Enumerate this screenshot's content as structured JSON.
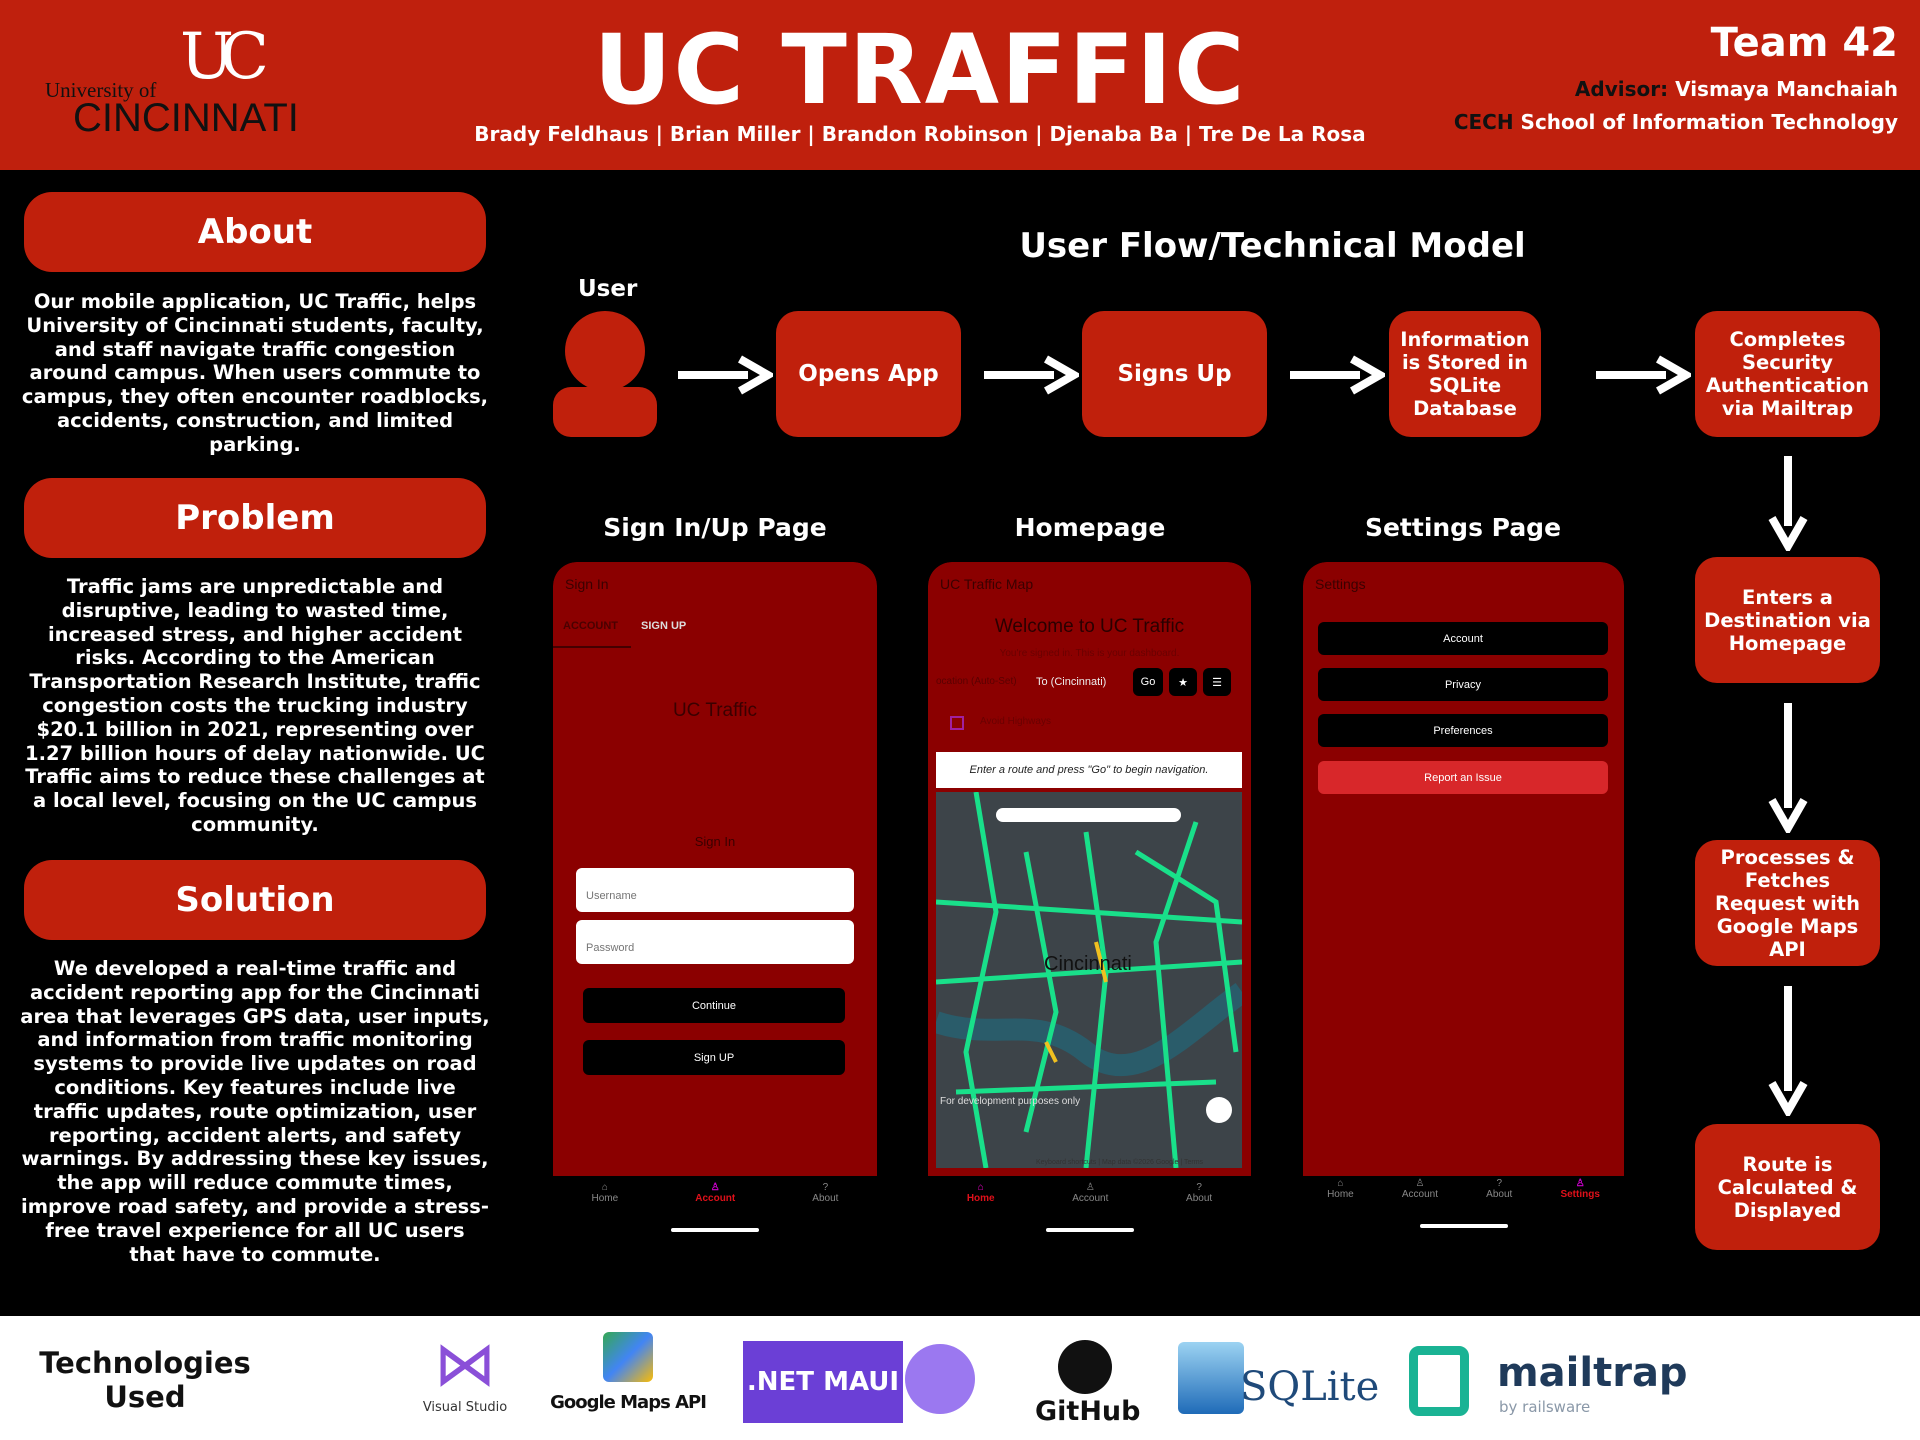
{
  "header": {
    "university_small": "University of",
    "university_big": "CINCINNATI",
    "title": "UC TRAFFIC",
    "authors": "Brady Feldhaus | Brian Miller | Brandon Robinson | Djenaba Ba | Tre De La Rosa",
    "team": "Team 42",
    "advisor_label": "Advisor:",
    "advisor": "Vismaya Manchaiah",
    "college": "CECH",
    "school": "School of Information Technology"
  },
  "sections": {
    "about": {
      "title": "About",
      "text": "Our mobile application, UC Traffic, helps University of Cincinnati students, faculty, and staff navigate traffic congestion around campus. When users commute to campus, they often encounter roadblocks, accidents, construction, and limited parking."
    },
    "problem": {
      "title": "Problem",
      "text": "Traffic jams are unpredictable and disruptive, leading to wasted time, increased stress, and higher accident risks. According to the American Transportation Research Institute, traffic congestion costs the trucking industry $20.1 billion in 2021, representing over 1.27 billion hours of delay nationwide. UC Traffic aims to reduce these challenges at a local level, focusing on the UC campus community."
    },
    "solution": {
      "title": "Solution",
      "text": "We developed a real-time traffic and accident reporting app for the Cincinnati area that leverages GPS data, user inputs, and information from traffic monitoring systems to provide live updates on road conditions. Key features include live traffic updates, route optimization, user reporting, accident alerts, and safety warnings. By addressing these key issues, the app will reduce commute times, improve road safety, and provide a stress-free travel experience for all UC users that have to commute."
    }
  },
  "flow": {
    "title": "User Flow/Technical Model",
    "user_label": "User",
    "steps": [
      "Opens App",
      "Signs Up",
      "Information is Stored in SQLite Database",
      "Completes Security Authentication via Mailtrap",
      "Enters a Destination via Homepage",
      "Processes & Fetches Request with Google Maps API",
      "Route is Calculated & Displayed"
    ]
  },
  "screens": {
    "signin": {
      "label": "Sign In/Up Page",
      "header": "Sign In",
      "tabs": [
        "ACCOUNT",
        "SIGN UP"
      ],
      "app_name": "UC Traffic",
      "section": "Sign In",
      "username_placeholder": "Username",
      "password_placeholder": "Password",
      "continue": "Continue",
      "signup": "Sign UP",
      "nav": [
        "Home",
        "Account",
        "About"
      ]
    },
    "home": {
      "label": "Homepage",
      "header": "UC Traffic Map",
      "welcome": "Welcome to UC Traffic",
      "subtitle": "You're signed in. This is your dashboard.",
      "from": "ocation (Auto-Set)",
      "to": "To (Cincinnati)",
      "go": "Go",
      "star": "★",
      "menu": "☰",
      "avoid": "Avoid Highways",
      "hint": "Enter a route and press \"Go\" to begin navigation.",
      "map_city": "Cincinnati",
      "map_attrib": "Keyboard shortcuts | Map data ©2026 Google | Terms",
      "map_dev": "For development purposes only",
      "nav": [
        "Home",
        "Account",
        "About"
      ]
    },
    "settings": {
      "label": "Settings Page",
      "header": "Settings",
      "buttons": [
        "Account",
        "Privacy",
        "Preferences"
      ],
      "report": "Report an Issue",
      "nav": [
        "Home",
        "Account",
        "About",
        "Settings"
      ]
    }
  },
  "footer": {
    "title": "Technologies Used",
    "logos": [
      "Visual Studio",
      "Google Maps API",
      ".NET MAUI",
      "GitHub",
      "SQLite",
      "mailtrap",
      "by railsware"
    ]
  },
  "colors": {
    "brand": "#bf200d",
    "screen": "#8b0000",
    "active_nav": "#e0101a"
  }
}
